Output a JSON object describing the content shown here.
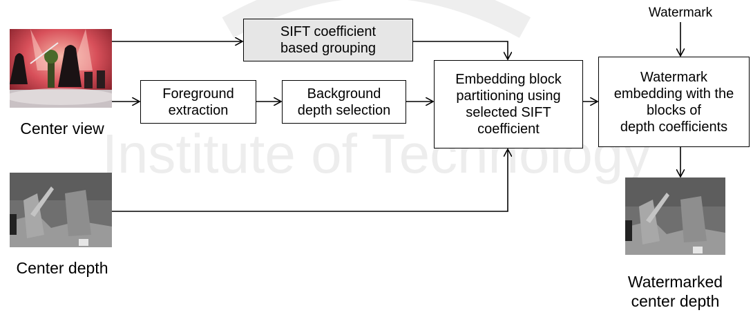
{
  "nodes": {
    "sift_grouping": "SIFT coefficient\nbased grouping",
    "foreground": "Foreground\nextraction",
    "background": "Background\ndepth selection",
    "embedding_block": "Embedding block\npartitioning using\nselected SIFT\ncoefficient",
    "watermark_embedding": "Watermark\nembedding with the\nblocks of\ndepth coefficients"
  },
  "labels": {
    "center_view": "Center view",
    "center_depth": "Center depth",
    "watermark_input": "Watermark",
    "watermarked_output": "Watermarked\ncenter depth"
  },
  "background_watermark_text": "Institute of Technology",
  "colors": {
    "stroke": "#000000",
    "sift_box_fill": "#e6e6e6",
    "photo_red": "#c8323c",
    "depth_gray": "#8a8a8a"
  }
}
